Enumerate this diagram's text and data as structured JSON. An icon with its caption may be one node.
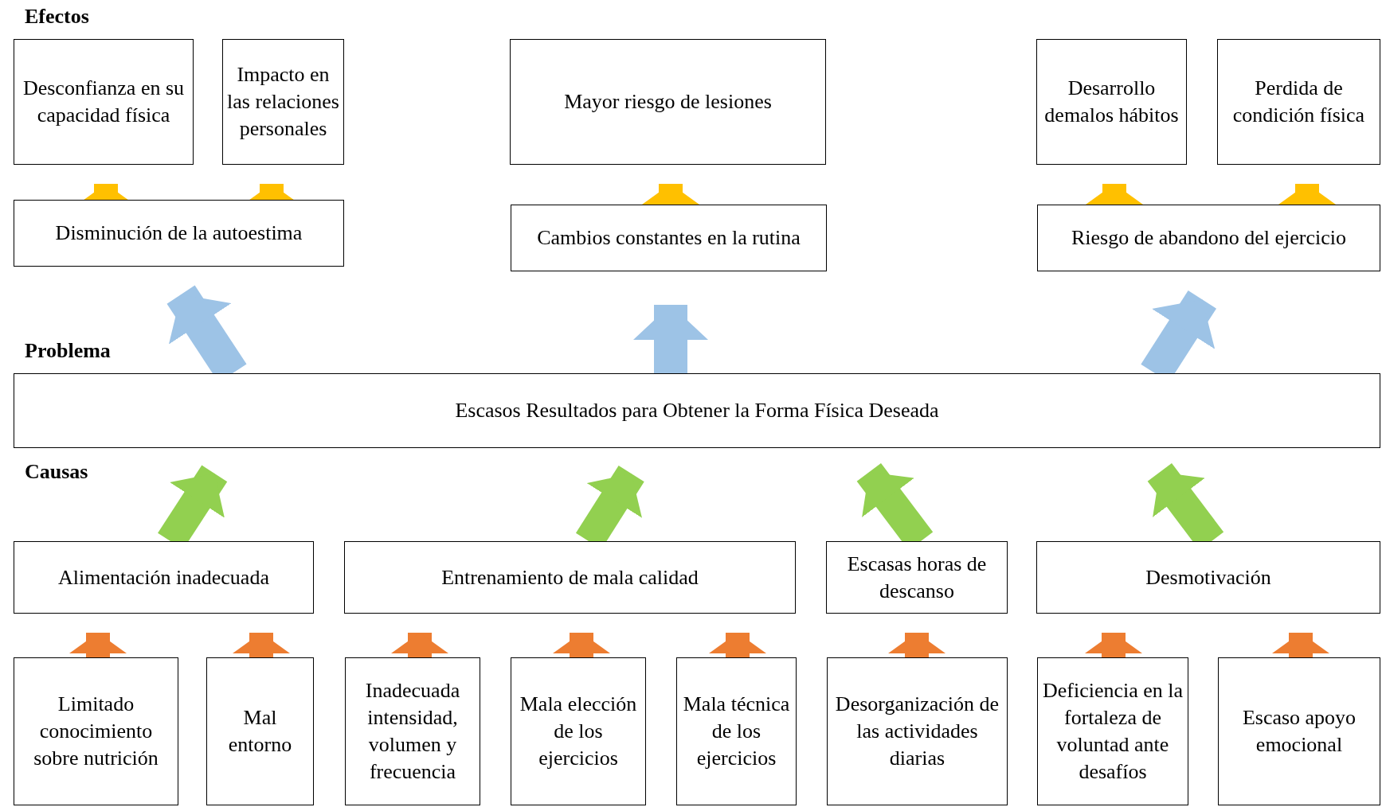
{
  "diagram": {
    "nodes": [
      {
        "text": [
          "Desconfianza en su capacidad física"
        ]
      },
      {
        "text": [
          "Impacto en las relaciones personales"
        ]
      },
      {
        "text": [
          "Mayor riesgo de lesiones"
        ]
      },
      {
        "text": [
          "Desarrollo demalos hábitos"
        ]
      },
      {
        "text": [
          "Perdida de condición física"
        ]
      },
      {
        "text": [
          "Disminución de la autoestima"
        ]
      },
      {
        "text": [
          "Cambios constantes en la rutina"
        ]
      },
      {
        "text": [
          "Riesgo de abandono del ejercicio"
        ]
      },
      {
        "text": [
          "Escasos Resultados para Obtener la Forma Física Deseada"
        ]
      },
      {
        "text": [
          "Alimentación inadecuada"
        ]
      },
      {
        "text": [
          "Entrenamiento de mala calidad"
        ]
      },
      {
        "text": [
          "Escasas horas de descanso"
        ]
      },
      {
        "text": [
          "Desmotivación"
        ]
      },
      {
        "text": [
          "Limitado conocimiento sobre nutrición"
        ]
      },
      {
        "text": [
          "Mal entorno"
        ]
      },
      {
        "text": [
          "Inadecuada intensidad, volumen y frecuencia"
        ]
      },
      {
        "text": [
          "Mala elección de los ejercicios"
        ]
      },
      {
        "text": [
          "Mala técnica de los ejercicios"
        ]
      },
      {
        "text": [
          "Desorganización de las actividades diarias"
        ]
      },
      {
        "text": [
          "Deficiencia en la fortaleza de voluntad ante desafíos"
        ]
      },
      {
        "text": [
          "Escaso apoyo emocional"
        ]
      }
    ],
    "edges": [
      {
        "from": 5,
        "to": 0,
        "arrow": "to",
        "color": "#ffc000"
      },
      {
        "from": 5,
        "to": 1,
        "arrow": "to",
        "color": "#ffc000"
      },
      {
        "from": 6,
        "to": 2,
        "arrow": "to",
        "color": "#ffc000"
      },
      {
        "from": 7,
        "to": 3,
        "arrow": "to",
        "color": "#ffc000"
      },
      {
        "from": 7,
        "to": 4,
        "arrow": "to",
        "color": "#ffc000"
      },
      {
        "from": 8,
        "to": 5,
        "arrow": "to",
        "color": "#9dc3e6"
      },
      {
        "from": 8,
        "to": 6,
        "arrow": "to",
        "color": "#9dc3e6"
      },
      {
        "from": 8,
        "to": 7,
        "arrow": "to",
        "color": "#9dc3e6"
      },
      {
        "from": 9,
        "to": 8,
        "arrow": "to",
        "color": "#92d050"
      },
      {
        "from": 10,
        "to": 8,
        "arrow": "to",
        "color": "#92d050"
      },
      {
        "from": 11,
        "to": 8,
        "arrow": "to",
        "color": "#92d050"
      },
      {
        "from": 12,
        "to": 8,
        "arrow": "to",
        "color": "#92d050"
      },
      {
        "from": 13,
        "to": 9,
        "arrow": "to"
      },
      {
        "from": 14,
        "to": 9,
        "arrow": "to"
      },
      {
        "from": 15,
        "to": 10,
        "arrow": "to"
      },
      {
        "from": 16,
        "to": 10,
        "arrow": "to"
      },
      {
        "from": 17,
        "to": 10,
        "arrow": "to"
      },
      {
        "from": 18,
        "to": 11,
        "arrow": "to"
      },
      {
        "from": 19,
        "to": 12,
        "arrow": "to"
      },
      {
        "from": 20,
        "to": 12,
        "arrow": "to"
      }
    ],
    "labels": [
      "Efectos",
      "Problema",
      "Causas"
    ]
  }
}
